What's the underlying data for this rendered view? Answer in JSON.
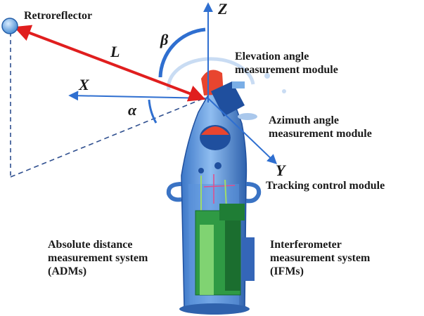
{
  "labels": {
    "retroreflector": "Retroreflector",
    "elevation_module": "Elevation angle\nmeasurement module",
    "azimuth_module": "Azimuth angle\nmeasurement module",
    "tracking_module": "Tracking control module",
    "adms": "Absolute distance\nmeasurement system\n(ADMs)",
    "ifms": "Interferometer\nmeasurement system\n(IFMs)"
  },
  "symbols": {
    "distance": "L",
    "elevation_angle": "β",
    "azimuth_angle": "α"
  },
  "axes": {
    "x": "X",
    "y": "Y",
    "z": "Z"
  },
  "colors": {
    "axis": "#2f6fd0",
    "beam": "#e01e1e",
    "housing": "#4a86d6",
    "housing_dark": "#1f4f9e",
    "adms_block": "#2f9a44",
    "ifms_block": "#1f7d35",
    "reflector": "#7ab2e6"
  }
}
